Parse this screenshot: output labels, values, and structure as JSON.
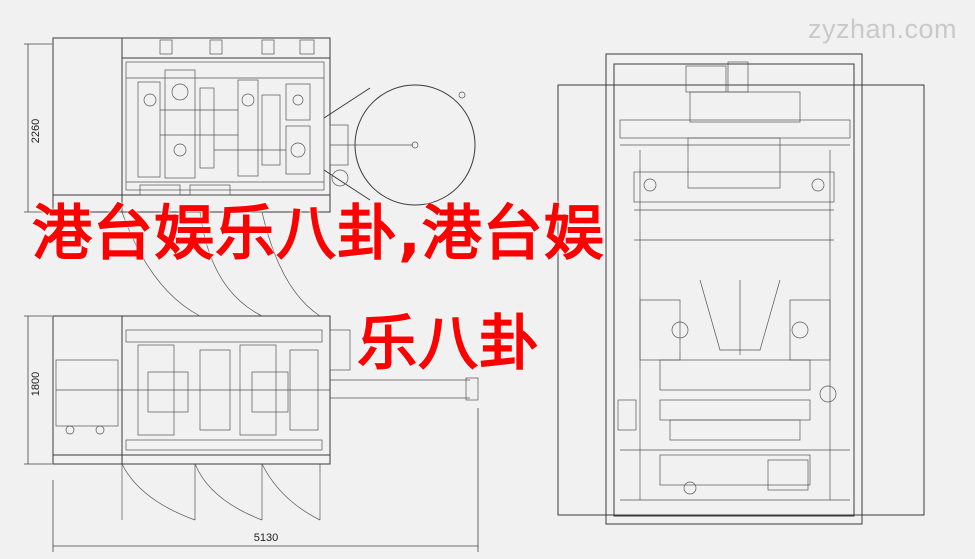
{
  "watermark": "zyzhan.com",
  "headline": {
    "line1": "港台娱乐八卦,港台娱",
    "line2": "乐八卦"
  },
  "dimensions": {
    "top_view_height": "2260",
    "side_view_height": "1800",
    "overall_length": "5130"
  },
  "colors": {
    "headline": "#ff0000",
    "background": "#f1f1f1",
    "line": "#3a3a3a"
  }
}
